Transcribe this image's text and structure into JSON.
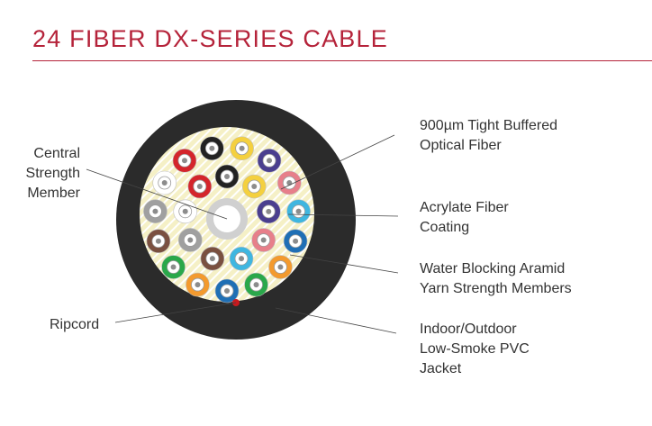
{
  "title": "24 FIBER DX-SERIES CABLE",
  "colors": {
    "accent": "#b5233a",
    "jacket": "#2b2b2b",
    "yarn_fill": "#f5f0c6",
    "yarn_stripe": "#ffffff",
    "central_member": "#d0d0d0",
    "leader_line": "#444444",
    "text": "#333333",
    "ripcord": "#c8191e"
  },
  "labels": {
    "central_strength_member": [
      "Central",
      "Strength",
      "Member"
    ],
    "ripcord": [
      "Ripcord"
    ],
    "tight_buffered": [
      "900µm Tight Buffered",
      "Optical Fiber"
    ],
    "acrylate_coating": [
      "Acrylate Fiber",
      "Coating"
    ],
    "aramid_yarn": [
      "Water Blocking Aramid",
      "Yarn Strength Members"
    ],
    "jacket": [
      "Indoor/Outdoor",
      "Low-Smoke PVC",
      "Jacket"
    ]
  },
  "fibers": [
    {
      "name": "blue-1",
      "color": "#1f6fb5"
    },
    {
      "name": "orange-1",
      "color": "#f39a2e"
    },
    {
      "name": "green-1",
      "color": "#2aa84a"
    },
    {
      "name": "brown-1",
      "color": "#7a5040"
    },
    {
      "name": "slate-1",
      "color": "#a0a0a0"
    },
    {
      "name": "white-1",
      "color": "#ffffff"
    },
    {
      "name": "red-1",
      "color": "#d4252b"
    },
    {
      "name": "black-1",
      "color": "#222222"
    },
    {
      "name": "yellow-1",
      "color": "#f4d03f"
    },
    {
      "name": "violet-1",
      "color": "#4a3e8f"
    },
    {
      "name": "rose-1",
      "color": "#e77f8a"
    },
    {
      "name": "aqua-1",
      "color": "#3fb6e0"
    },
    {
      "name": "blue-2",
      "color": "#1f6fb5"
    },
    {
      "name": "orange-2",
      "color": "#f39a2e"
    },
    {
      "name": "green-2",
      "color": "#2aa84a"
    },
    {
      "name": "brown-2",
      "color": "#7a5040"
    },
    {
      "name": "slate-2",
      "color": "#a0a0a0"
    },
    {
      "name": "white-2",
      "color": "#ffffff"
    },
    {
      "name": "red-2",
      "color": "#d4252b"
    },
    {
      "name": "black-2",
      "color": "#222222"
    },
    {
      "name": "yellow-2",
      "color": "#f4d03f"
    },
    {
      "name": "violet-2",
      "color": "#4a3e8f"
    },
    {
      "name": "rose-2",
      "color": "#e77f8a"
    },
    {
      "name": "aqua-2",
      "color": "#3fb6e0"
    }
  ]
}
